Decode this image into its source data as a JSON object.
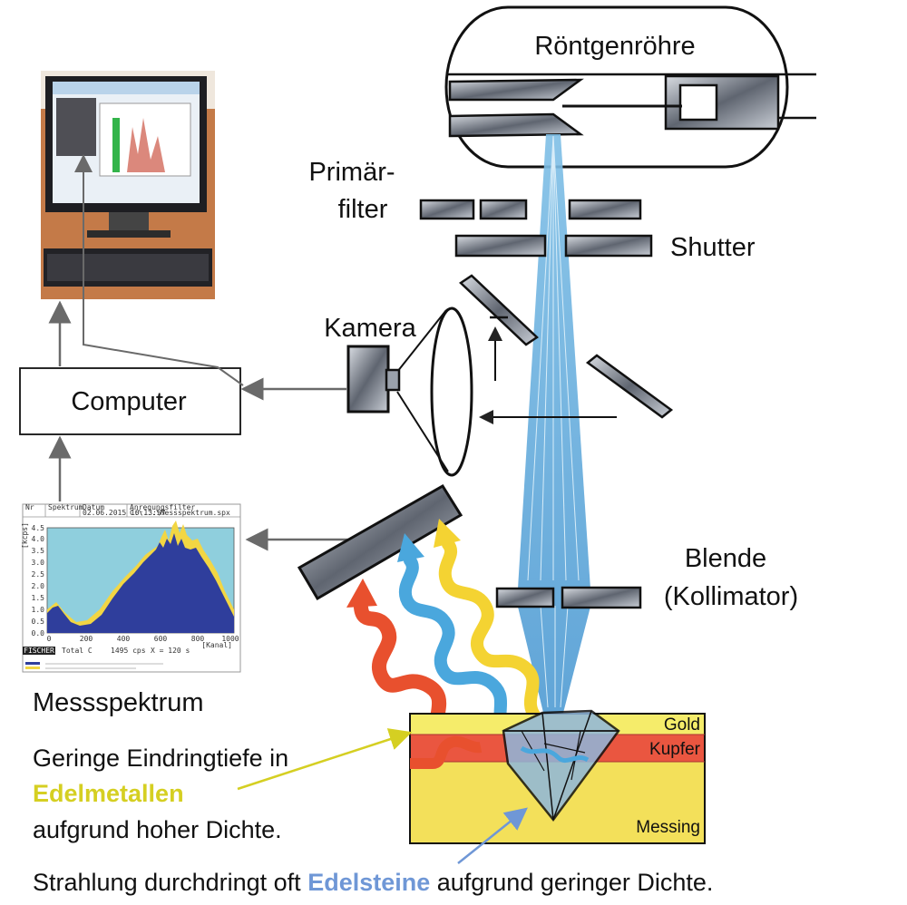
{
  "labels": {
    "tube": "Röntgenröhre",
    "primary_filter_1": "Primär-",
    "primary_filter_2": "filter",
    "shutter": "Shutter",
    "camera": "Kamera",
    "computer": "Computer",
    "aperture_1": "Blende",
    "aperture_2": "(Kollimator)",
    "spectrum": "Messspektrum",
    "gold": "Gold",
    "copper": "Kupfer",
    "brass": "Messing"
  },
  "notes": {
    "metals_line1": "Geringe Eindringtiefe in",
    "metals_highlight": "Edelmetallen",
    "metals_line3": "aufgrund hoher Dichte.",
    "gems_prefix": "Strahlung durchdringt oft ",
    "gems_highlight": "Edelsteine",
    "gems_suffix": " aufgrund geringer Dichte."
  },
  "spectrum_panel": {
    "logo": "FISCHER",
    "header_cells": [
      "Nr",
      "Spektrum",
      "Datum",
      "Anregungsfilter"
    ],
    "header_values": [
      "",
      "",
      "02.06.2015 10:13:57",
      "C:\\...\\Messspektrum.spx"
    ],
    "y_ticks": [
      "0.0",
      "0.5",
      "1.0",
      "1.5",
      "2.0",
      "2.5",
      "3.0",
      "3.5",
      "4.0",
      "4.5"
    ],
    "y_unit": "[kcps]",
    "x_ticks": [
      "0",
      "200",
      "400",
      "600",
      "800",
      "1000"
    ],
    "x_unit": "[Kanal]",
    "footer_items": [
      "Total C",
      "1495 cps",
      "X = 120 s"
    ]
  },
  "colors": {
    "beam": "#5fa8da",
    "gold_layer": "#f5ec6a",
    "copper_layer": "#ea5640",
    "brass_layer": "#f3e05a",
    "wave_red": "#e8502e",
    "wave_blue": "#4aa7dd",
    "wave_yellow": "#f4d332",
    "highlight_metal": "#d5cf22",
    "highlight_gem": "#6f97d6",
    "spectrum_bg": "#8fcfdd",
    "spectrum_fill": "#2f3e9c"
  }
}
